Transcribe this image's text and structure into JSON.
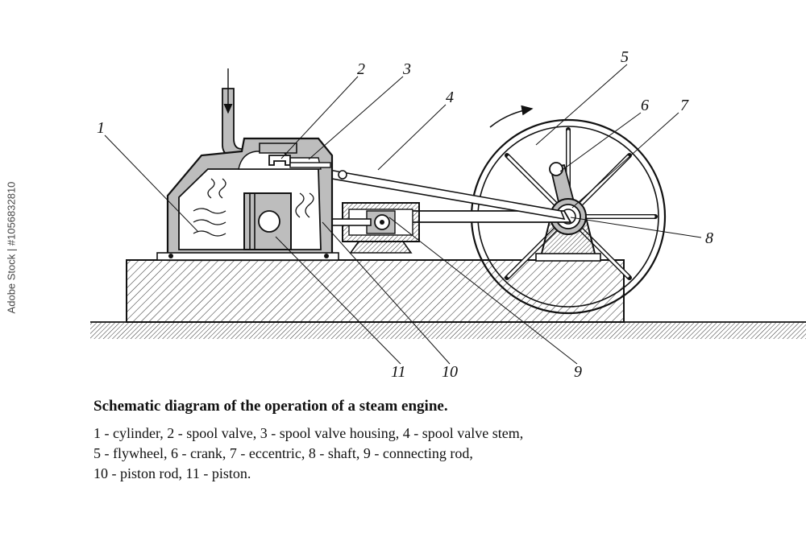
{
  "diagram": {
    "part_numbers": {
      "n1": "1",
      "n2": "2",
      "n3": "3",
      "n4": "4",
      "n5": "5",
      "n6": "6",
      "n7": "7",
      "n8": "8",
      "n9": "9",
      "n10": "10",
      "n11": "11"
    }
  },
  "caption": {
    "title": "Schematic diagram of the operation of a steam engine.",
    "line1": "1 - cylinder, 2 - spool valve, 3 - spool valve housing, 4 - spool valve stem,",
    "line2": "5 - flywheel, 6 - crank, 7 - eccentric, 8 - shaft, 9 - connecting rod,",
    "line3": "10 - piston rod, 11 - piston."
  },
  "stock_id": "Adobe Stock | #1056832810",
  "colors": {
    "ink": "#111111",
    "body_fill": "#bdbdbd",
    "hatch": "#333333",
    "background": "#ffffff"
  }
}
